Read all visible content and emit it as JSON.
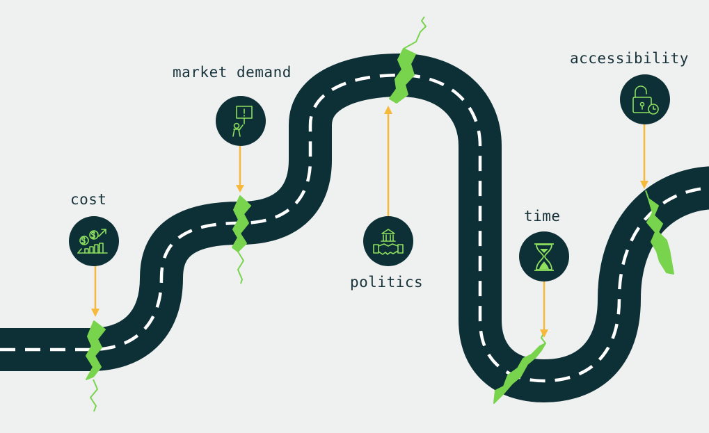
{
  "colors": {
    "background": "#eff1f0",
    "road": "#0d2f36",
    "road_dash": "#ffffff",
    "crack": "#78d34d",
    "arrow": "#f6b93b",
    "badge": "#0d2f36",
    "icon": "#8ee05e",
    "label": "#18323a"
  },
  "labels": {
    "cost": "cost",
    "market_demand": "market demand",
    "politics": "politics",
    "time": "time",
    "accessibility": "accessibility"
  },
  "icons": {
    "cost": "money-growth-chart-icon",
    "market_demand": "protest-sign-icon",
    "politics": "government-handshake-icon",
    "time": "hourglass-icon",
    "accessibility": "unlocked-padlock-clock-icon"
  }
}
